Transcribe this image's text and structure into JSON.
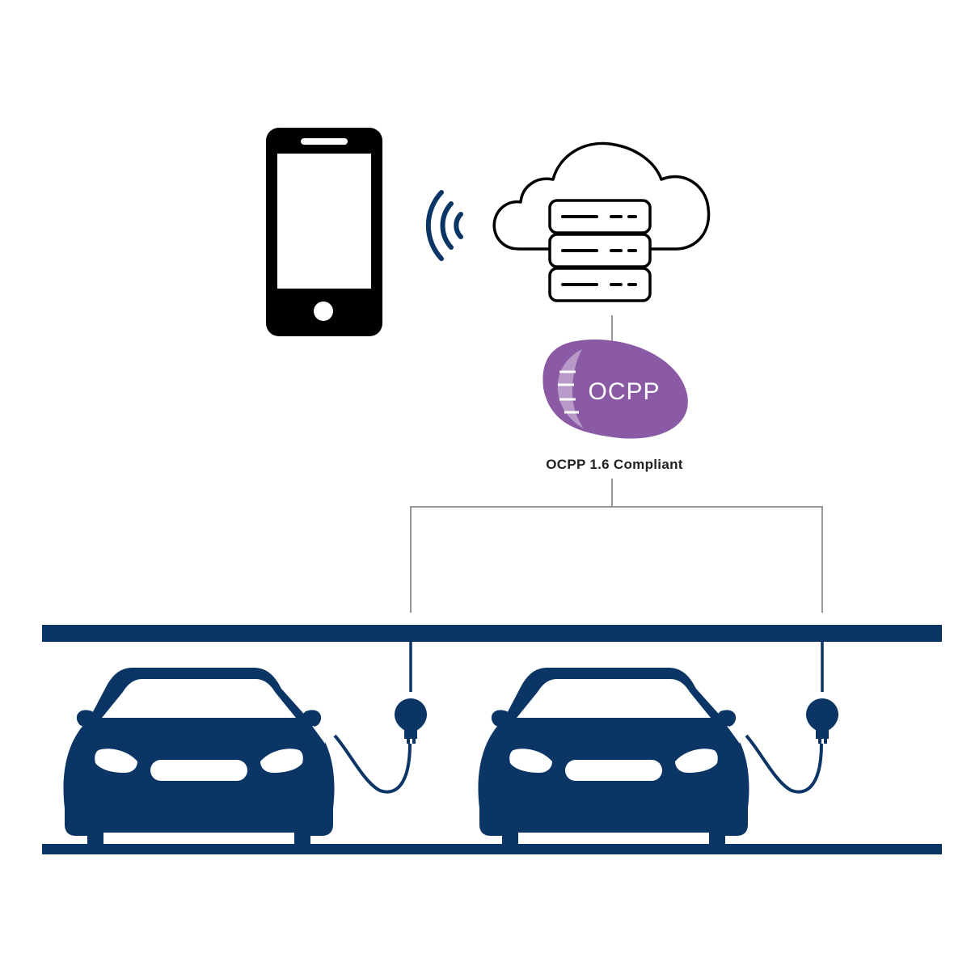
{
  "logo": {
    "text": "OCPP"
  },
  "caption": "OCPP 1.6 Compliant",
  "icons": [
    "smartphone-icon",
    "wireless-signal-icon",
    "cloud-server-icon",
    "ocpp-logo",
    "car-icon",
    "charging-plug-icon"
  ],
  "colors": {
    "navy": "#0b3564",
    "black": "#000000",
    "connector_line": "#8a8a8a",
    "ocpp_purple": "#8a5aa5",
    "ocpp_purple_light": "#b79ac8",
    "caption_text": "#222222"
  }
}
